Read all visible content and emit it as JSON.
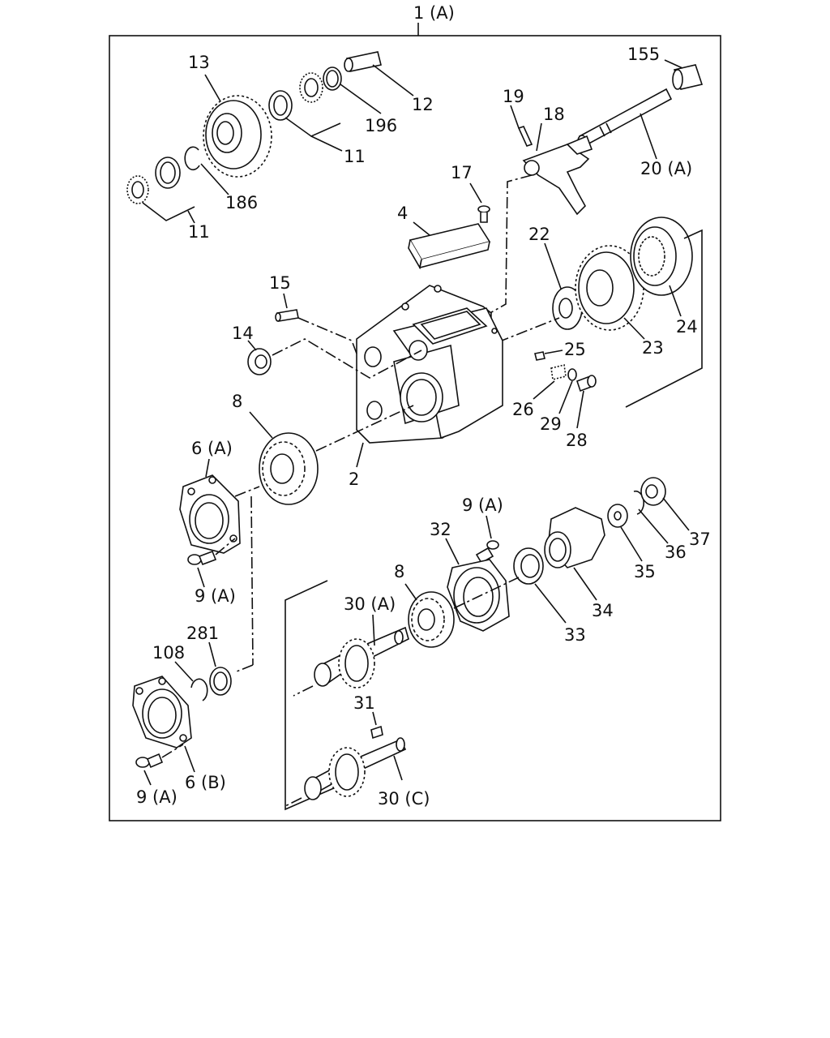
{
  "diagram": {
    "assembly_label": "1 (A)",
    "labels": [
      {
        "key": "p13",
        "text": "13"
      },
      {
        "key": "p196",
        "text": "196"
      },
      {
        "key": "p12",
        "text": "12"
      },
      {
        "key": "p11_top",
        "text": "11"
      },
      {
        "key": "p186",
        "text": "186"
      },
      {
        "key": "p11_left",
        "text": "11"
      },
      {
        "key": "p155",
        "text": "155"
      },
      {
        "key": "p19",
        "text": "19"
      },
      {
        "key": "p18",
        "text": "18"
      },
      {
        "key": "p20a",
        "text": "20 (A)"
      },
      {
        "key": "p17",
        "text": "17"
      },
      {
        "key": "p4",
        "text": "4"
      },
      {
        "key": "p22",
        "text": "22"
      },
      {
        "key": "p15",
        "text": "15"
      },
      {
        "key": "p14",
        "text": "14"
      },
      {
        "key": "p24",
        "text": "24"
      },
      {
        "key": "p23",
        "text": "23"
      },
      {
        "key": "p25",
        "text": "25"
      },
      {
        "key": "p26",
        "text": "26"
      },
      {
        "key": "p29",
        "text": "29"
      },
      {
        "key": "p28",
        "text": "28"
      },
      {
        "key": "p8_top",
        "text": "8"
      },
      {
        "key": "p6a",
        "text": "6 (A)"
      },
      {
        "key": "p2",
        "text": "2"
      },
      {
        "key": "p9a_mid",
        "text": "9 (A)"
      },
      {
        "key": "p32",
        "text": "32"
      },
      {
        "key": "p37",
        "text": "37"
      },
      {
        "key": "p36",
        "text": "36"
      },
      {
        "key": "p35",
        "text": "35"
      },
      {
        "key": "p9a_left",
        "text": "9 (A)"
      },
      {
        "key": "p8_bot",
        "text": "8"
      },
      {
        "key": "p30a",
        "text": "30 (A)"
      },
      {
        "key": "p34",
        "text": "34"
      },
      {
        "key": "p33",
        "text": "33"
      },
      {
        "key": "p281",
        "text": "281"
      },
      {
        "key": "p108",
        "text": "108"
      },
      {
        "key": "p31",
        "text": "31"
      },
      {
        "key": "p9a_bot",
        "text": "9 (A)"
      },
      {
        "key": "p6b",
        "text": "6 (B)"
      },
      {
        "key": "p30c",
        "text": "30 (C)"
      }
    ]
  }
}
